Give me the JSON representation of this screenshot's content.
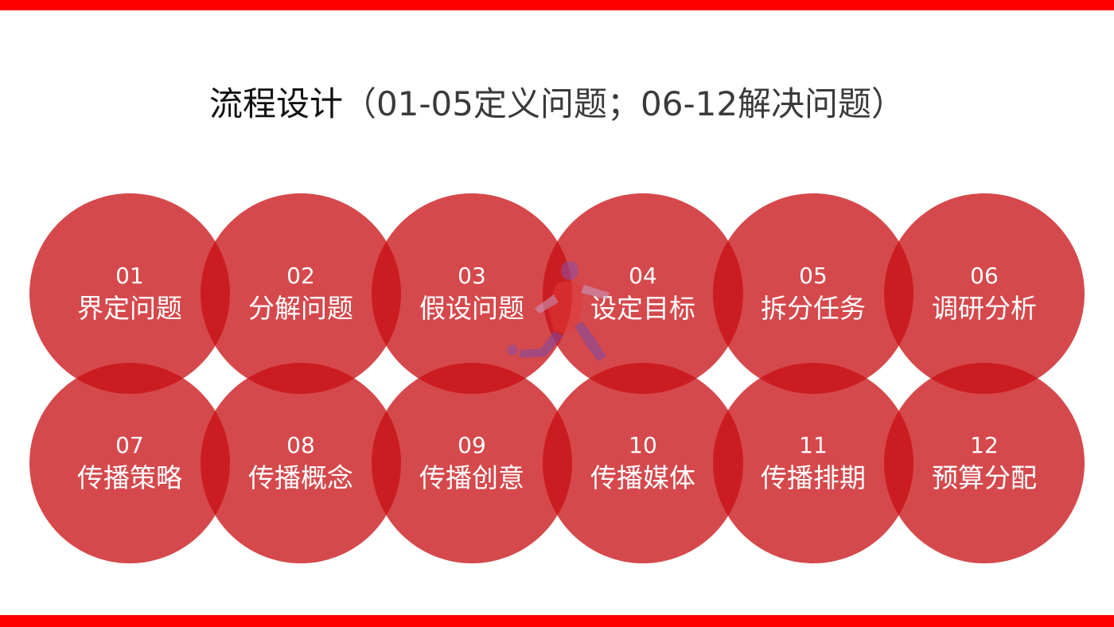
{
  "title": {
    "main": "流程设计",
    "sub": "（01-05定义问题；06-12解决问题）"
  },
  "colors": {
    "accent": "#ff0000",
    "circle": "#c81014",
    "text": "#ffffff"
  },
  "steps": [
    {
      "num": "01",
      "label": "界定问题"
    },
    {
      "num": "02",
      "label": "分解问题"
    },
    {
      "num": "03",
      "label": "假设问题"
    },
    {
      "num": "04",
      "label": "设定目标"
    },
    {
      "num": "05",
      "label": "拆分任务"
    },
    {
      "num": "06",
      "label": "调研分析"
    },
    {
      "num": "07",
      "label": "传播策略"
    },
    {
      "num": "08",
      "label": "传播概念"
    },
    {
      "num": "09",
      "label": "传播创意"
    },
    {
      "num": "10",
      "label": "传播媒体"
    },
    {
      "num": "11",
      "label": "传播排期"
    },
    {
      "num": "12",
      "label": "预算分配"
    }
  ],
  "decoration": {
    "icon": "running-person-icon"
  }
}
